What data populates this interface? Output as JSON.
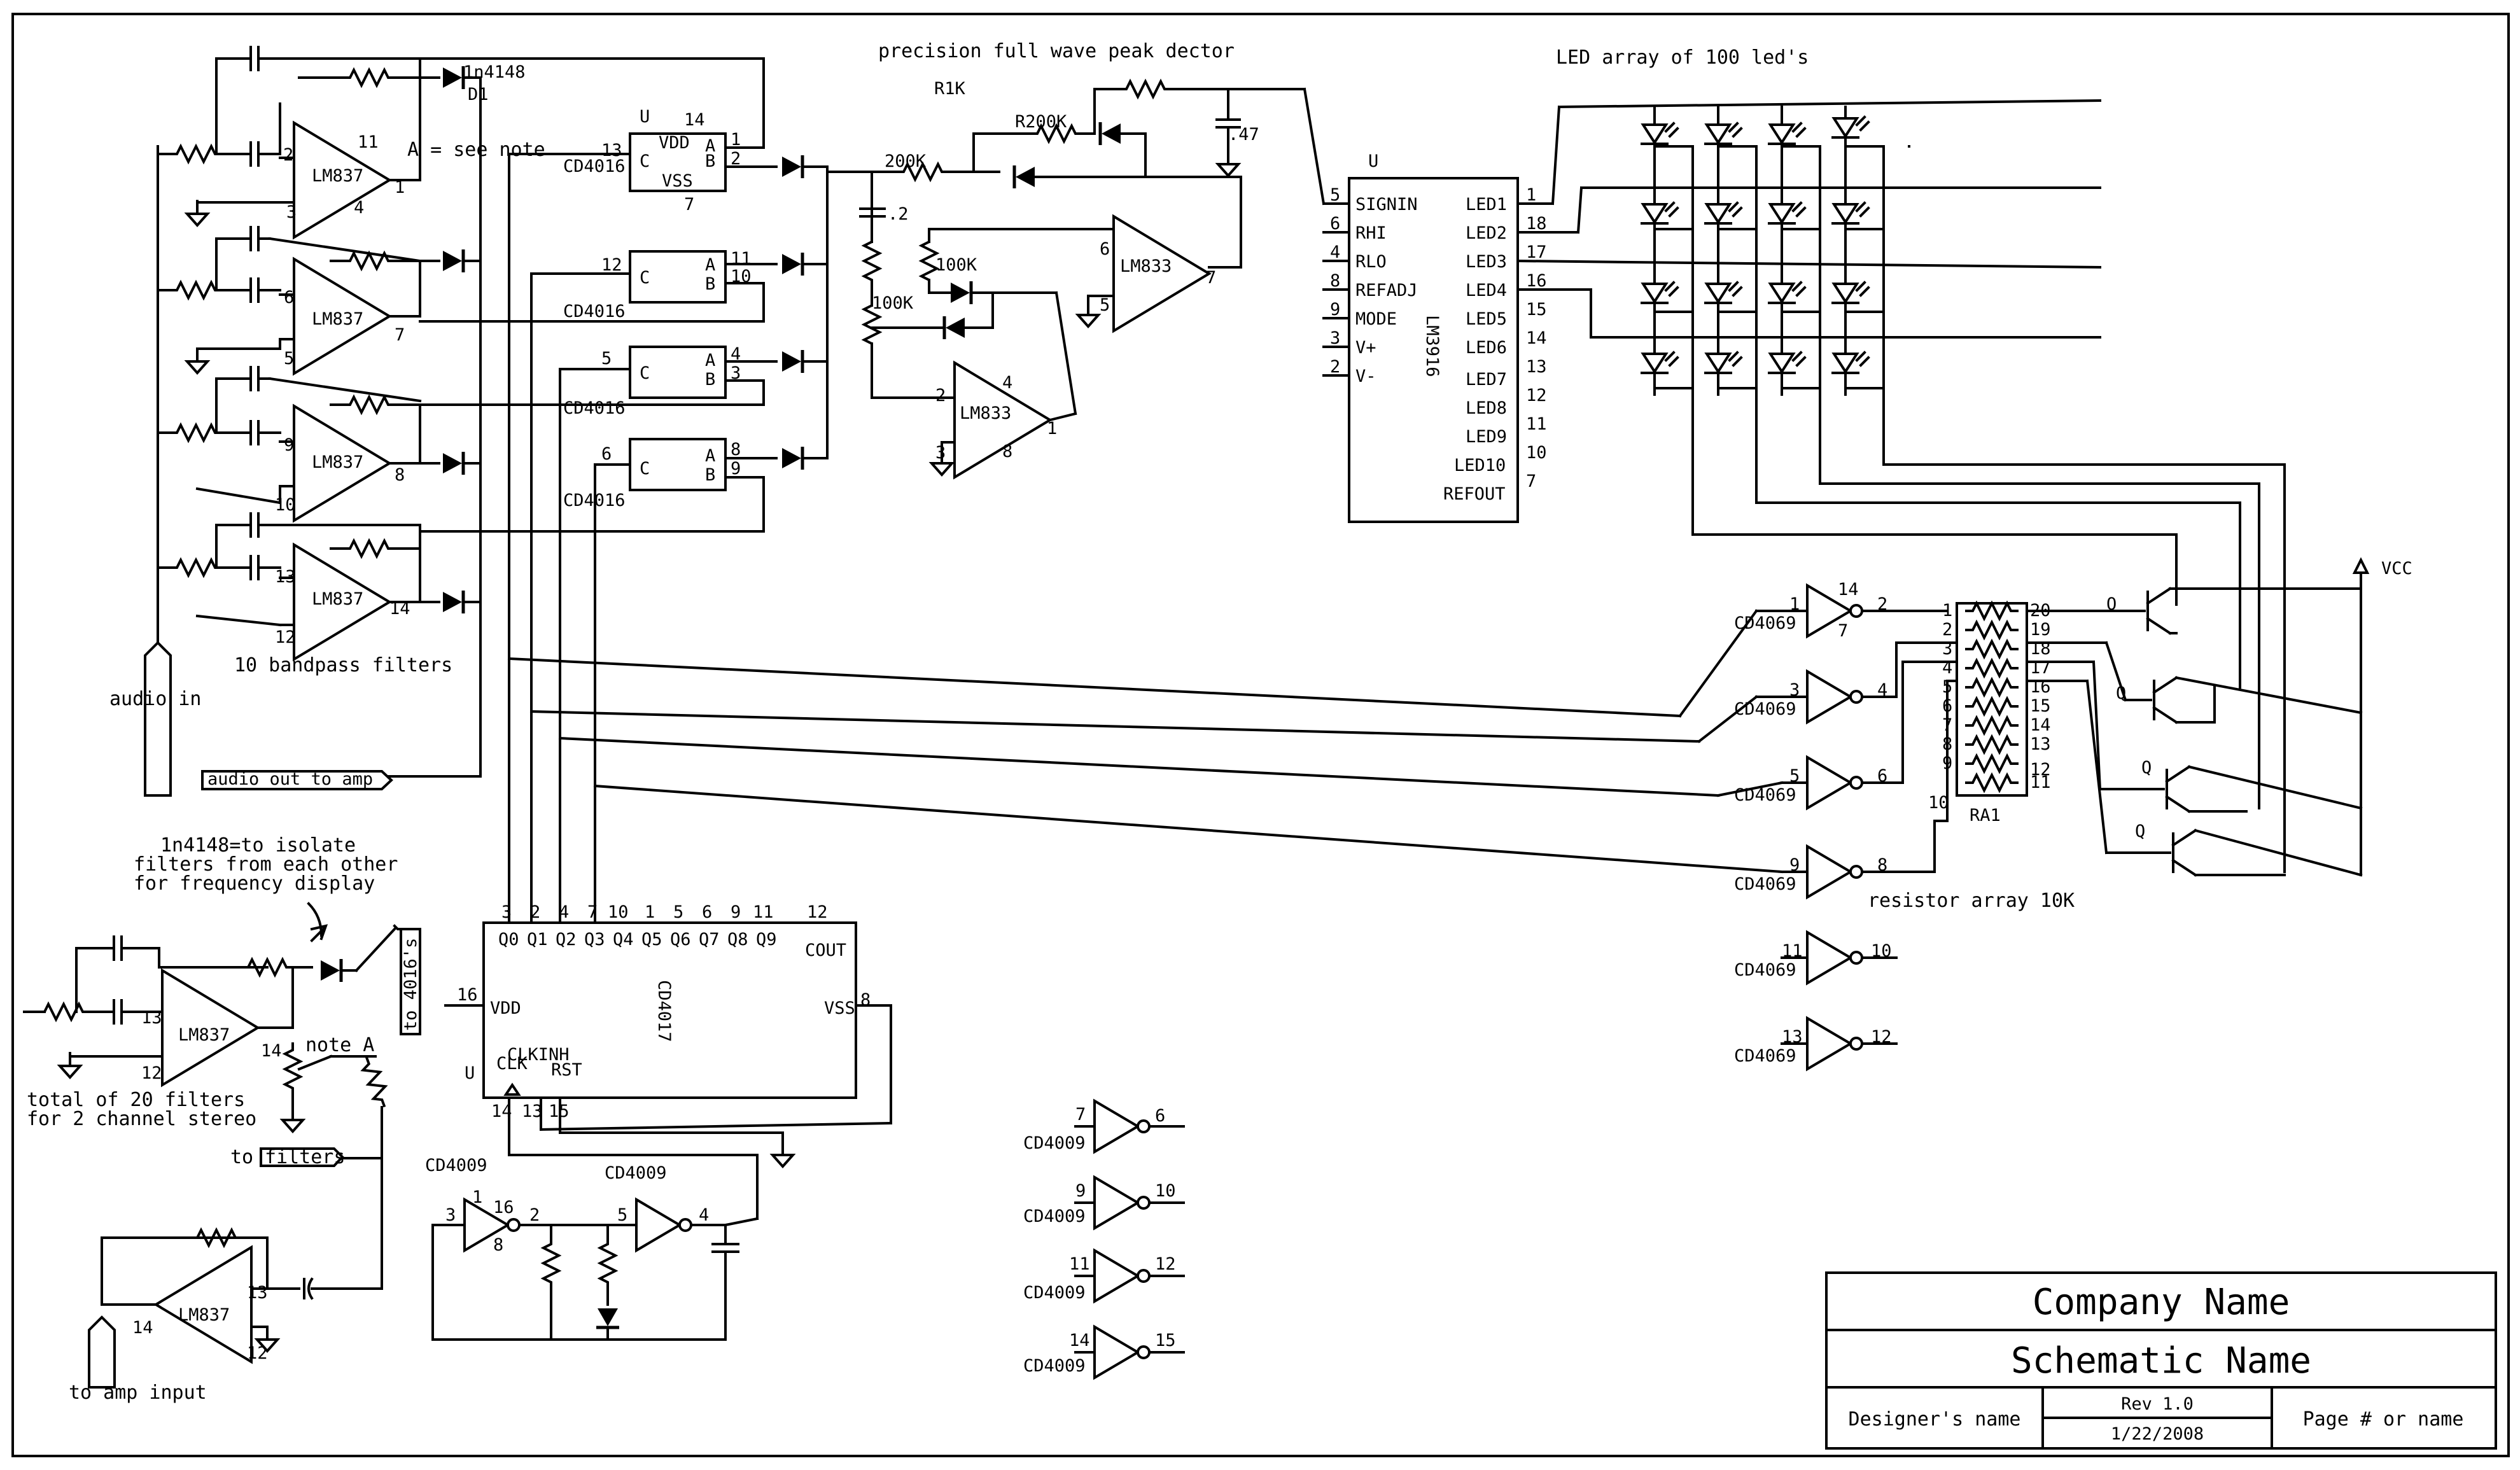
{
  "labels": {
    "title_peak": "precision full wave peak dector",
    "title_led": "LED array of 100 led's",
    "note_a": "A = see note",
    "bandpass_caption": "10 bandpass filters",
    "audio_in": "audio in",
    "audio_out": "audio out to amp",
    "isolate_note_1": "1n4148=to isolate",
    "isolate_note_2": "filters from each other",
    "isolate_note_3": "for frequency display",
    "to_4016": "to 4016's",
    "total_filters_1": "total of 20 filters",
    "total_filters_2": "for 2 channel stereo",
    "to_filters": "to",
    "filters_box": "filters",
    "note_a_short": "note A",
    "to_amp_input": "to amp input",
    "resistor_array": "resistor array 10K",
    "ra1": "RA1",
    "vcc": "VCC",
    "diode_1n4148": "1n4148",
    "d1": "D1"
  },
  "title_block": {
    "company": "Company Name",
    "schematic": "Schematic Name",
    "designer": "Designer's name",
    "rev": "Rev 1.0",
    "date": "1/22/2008",
    "page": "Page # or name"
  },
  "parts": {
    "lm837": "LM837",
    "lm833": "LM833",
    "cd4016": "CD4016",
    "cd4017": "CD4017",
    "cd4069": "CD4069",
    "cd4009": "CD4009",
    "lm3916": "LM3916",
    "u": "U",
    "r": "R",
    "c": "C",
    "d": "D",
    "q": "Q",
    "r1k": "R1K",
    "r200k": "R200K",
    "r200k_b": "200K",
    "r100k": "100K",
    "c047": ".47",
    "c02": ".2"
  },
  "lm3916_pins": {
    "left_names": [
      "SIGNIN",
      "RHI",
      "RLO",
      "REFADJ",
      "MODE",
      "V+",
      "V-"
    ],
    "left_nums": [
      "5",
      "6",
      "4",
      "8",
      "9",
      "3",
      "2"
    ],
    "right_names": [
      "LED1",
      "LED2",
      "LED3",
      "LED4",
      "LED5",
      "LED6",
      "LED7",
      "LED8",
      "LED9",
      "LED10",
      "REFOUT"
    ],
    "right_nums": [
      "1",
      "18",
      "17",
      "16",
      "15",
      "14",
      "13",
      "12",
      "11",
      "10",
      "7"
    ]
  },
  "cd4017_pins": {
    "top_names": [
      "Q0",
      "Q1",
      "Q2",
      "Q3",
      "Q4",
      "Q5",
      "Q6",
      "Q7",
      "Q8",
      "Q9"
    ],
    "top_nums": [
      "3",
      "2",
      "4",
      "7",
      "10",
      "1",
      "5",
      "6",
      "9",
      "11"
    ],
    "cout": "COUT",
    "cout_num": "12",
    "vdd": "VDD",
    "vdd_num": "16",
    "vss": "VSS",
    "vss_num": "8",
    "clk": "CLK",
    "clkinh": "CLKINH",
    "rst": "RST",
    "bottom_nums": [
      "14",
      "13",
      "15"
    ]
  },
  "cd4016_pins": {
    "vdd": "VDD",
    "vss": "VSS",
    "a": "A",
    "b": "B",
    "n14": "14",
    "n7": "7",
    "ctrl": [
      "13",
      "12",
      "5",
      "6"
    ],
    "a_nums": [
      "1",
      "11",
      "4",
      "8"
    ],
    "b_nums": [
      "2",
      "10",
      "3",
      "9"
    ]
  },
  "pin_numbers": {
    "lm837_a": [
      "2",
      "3",
      "11",
      "4",
      "1"
    ],
    "lm837_b": [
      "6",
      "5",
      "7"
    ],
    "lm837_c": [
      "9",
      "10",
      "8"
    ],
    "lm837_d": [
      "13",
      "12",
      "14"
    ],
    "lm833_a": [
      "6",
      "5",
      "7"
    ],
    "lm833_b": [
      "2",
      "3",
      "4",
      "8",
      "1"
    ],
    "lm837_e": [
      "13",
      "12",
      "14"
    ],
    "lm837_f": [
      "13",
      "14",
      "12"
    ],
    "cd4069_in": [
      "1",
      "3",
      "5",
      "9",
      "11",
      "13"
    ],
    "cd4069_out": [
      "2",
      "4",
      "6",
      "8",
      "10",
      "12"
    ],
    "cd4069_extra": [
      "14",
      "7"
    ],
    "cd4009_in": [
      "7",
      "9",
      "11",
      "14"
    ],
    "cd4009_out": [
      "6",
      "10",
      "12",
      "15"
    ],
    "cd4009_a": [
      "3",
      "1",
      "16",
      "8",
      "2"
    ],
    "cd4009_b": [
      "5",
      "4"
    ],
    "ra1_left": [
      "1",
      "2",
      "3",
      "4",
      "5",
      "6",
      "7",
      "8",
      "9",
      "10"
    ],
    "ra1_right": [
      "20",
      "19",
      "18",
      "17",
      "16",
      "15",
      "14",
      "13",
      "12",
      "11"
    ]
  }
}
